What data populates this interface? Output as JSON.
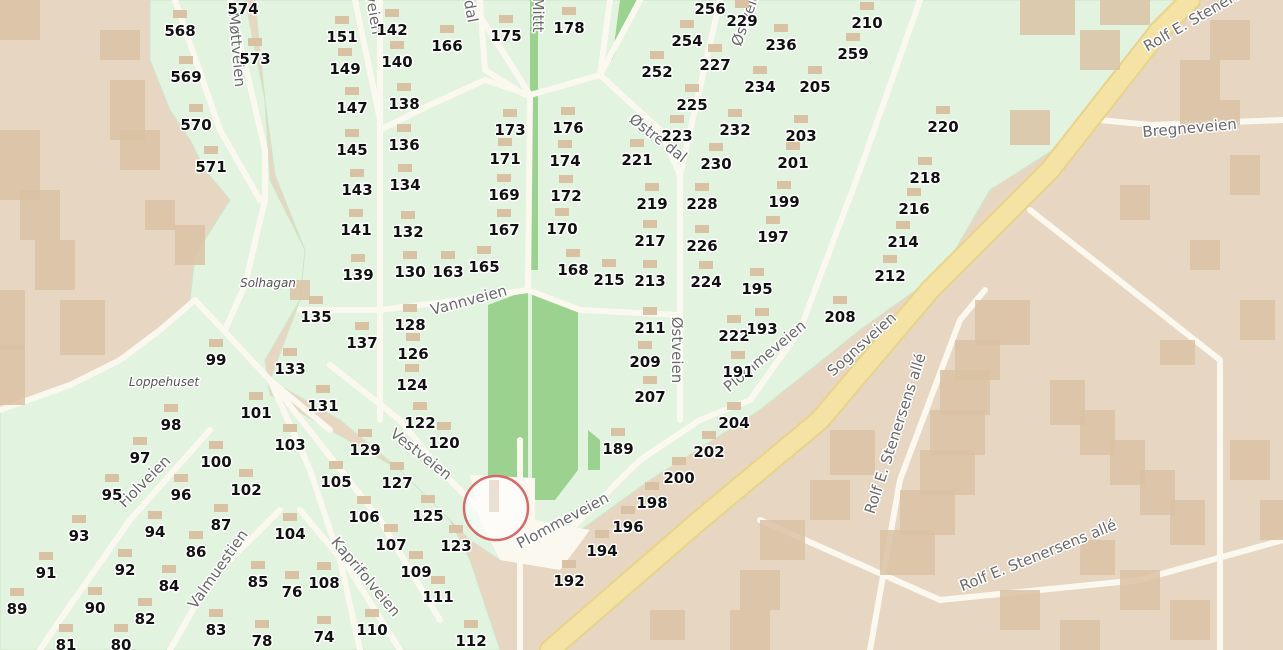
{
  "colors": {
    "background": "#e6d6c2",
    "allotment": "#e2f3df",
    "park": "#9bd28f",
    "road": "#fbf8ef",
    "main_road": "#f4e3a4",
    "main_road_casing": "#e8d38a",
    "building": "#d9c2a4",
    "marker": "#d9686a",
    "plot_label": "#111111",
    "street_label": "#6a6a6a"
  },
  "marker": {
    "icon": "circle-marker-icon"
  },
  "places": [
    "Solhagan",
    "Loppehuset"
  ],
  "streets": [
    "Vannveien",
    "Vestveien",
    "Østveien",
    "Østre dal",
    "Plommeveien",
    "Plommeveien",
    "Sognsveien",
    "Bregneveien",
    "Rolf E. Stenersens allé",
    "Rolf E. Stenersens allé",
    "Rolf E. Stenersens allé",
    "Fiolveien",
    "Valmuestien",
    "Kaprifolveien",
    "Mittt",
    "veien",
    "Møttveien",
    "dal",
    "Østveien"
  ],
  "plots": [
    "574",
    "568",
    "573",
    "569",
    "570",
    "571",
    "151",
    "142",
    "149",
    "140",
    "147",
    "138",
    "145",
    "136",
    "143",
    "134",
    "141",
    "132",
    "139",
    "130",
    "163",
    "165",
    "135",
    "128",
    "137",
    "126",
    "133",
    "124",
    "131",
    "122",
    "120",
    "129",
    "127",
    "125",
    "123",
    "166",
    "175",
    "178",
    "173",
    "176",
    "171",
    "174",
    "169",
    "172",
    "167",
    "170",
    "168",
    "215",
    "213",
    "211",
    "209",
    "207",
    "189",
    "256",
    "229",
    "236",
    "254",
    "227",
    "252",
    "225",
    "234",
    "205",
    "223",
    "232",
    "203",
    "221",
    "230",
    "201",
    "219",
    "228",
    "199",
    "217",
    "226",
    "197",
    "224",
    "195",
    "222",
    "193",
    "191",
    "204",
    "202",
    "200",
    "198",
    "196",
    "194",
    "192",
    "210",
    "259",
    "220",
    "218",
    "216",
    "214",
    "212",
    "208",
    "99",
    "98",
    "101",
    "103",
    "97",
    "100",
    "95",
    "96",
    "102",
    "105",
    "106",
    "107",
    "109",
    "111",
    "112",
    "93",
    "94",
    "87",
    "104",
    "86",
    "91",
    "92",
    "84",
    "85",
    "76",
    "108",
    "89",
    "90",
    "82",
    "83",
    "78",
    "74",
    "110",
    "81",
    "80"
  ]
}
